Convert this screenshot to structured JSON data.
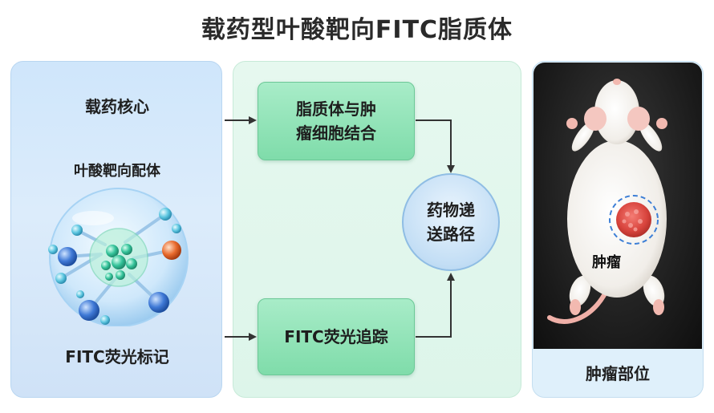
{
  "title": "载药型叶酸靶向FITC脂质体",
  "left_panel": {
    "core_label": "载药核心",
    "ligand_label": "叶酸靶向配体",
    "fitc_label": "FITC荧光标记"
  },
  "middle_panel": {
    "bind_box": {
      "line1": "脂质体与肿",
      "line2": "瘤细胞结合"
    },
    "fitc_box": "FITC荧光追踪",
    "delivery_circle": {
      "line1": "药物递",
      "line2": "送路径"
    }
  },
  "right_panel": {
    "tumor_label": "肿瘤",
    "site_label": "肿瘤部位"
  },
  "colors": {
    "left_panel_bg": "#d6e9fb",
    "middle_panel_bg": "#e1f6ec",
    "box_green": "#8fe2b6",
    "circle_blue": "#c3def5",
    "tumor_red": "#e0524a",
    "photo_bg": "#1b1b1b"
  }
}
